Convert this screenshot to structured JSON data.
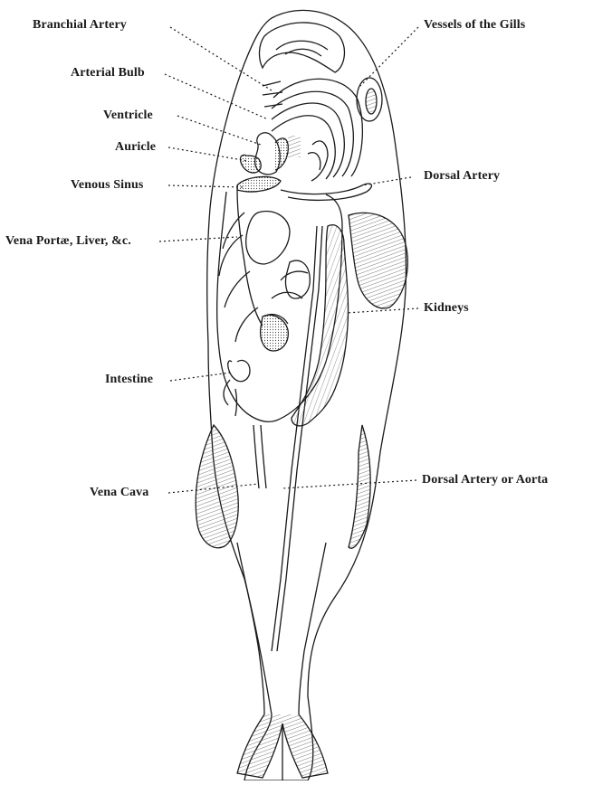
{
  "labels": {
    "branchial_artery": "Branchial Artery",
    "vessels_of_gills": "Vessels of the Gills",
    "arterial_bulb": "Arterial Bulb",
    "ventricle": "Ventricle",
    "auricle": "Auricle",
    "venous_sinus": "Venous Sinus",
    "dorsal_artery": "Dorsal Artery",
    "vena_portae": "Vena Portæ, Liver, &c.",
    "kidneys": "Kidneys",
    "intestine": "Intestine",
    "vena_cava": "Vena Cava",
    "dorsal_artery_aorta": "Dorsal Artery or Aorta"
  },
  "colors": {
    "ink": "#1a1a1a",
    "background": "#ffffff",
    "hatch": "#555555"
  }
}
